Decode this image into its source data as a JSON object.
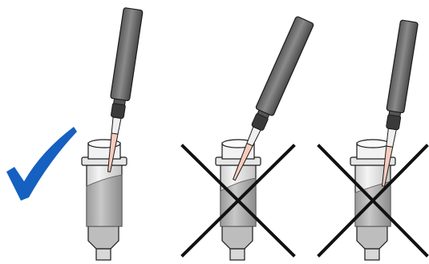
{
  "panels": [
    {
      "verdict": "correct",
      "mark_icon": "checkmark-icon"
    },
    {
      "verdict": "incorrect",
      "mark_icon": "cross-icon"
    },
    {
      "verdict": "incorrect",
      "mark_icon": "cross-icon"
    }
  ],
  "colors": {
    "check": "#1560c0",
    "cross": "#111111",
    "pipette_body": "#6b6b6b",
    "pipette_collar": "#3a3a3a",
    "liquid": "#f2b7a4",
    "vial_glass": "#ededed",
    "vial_liquid": "#bdbdbd",
    "outline": "#1a1a1a"
  }
}
